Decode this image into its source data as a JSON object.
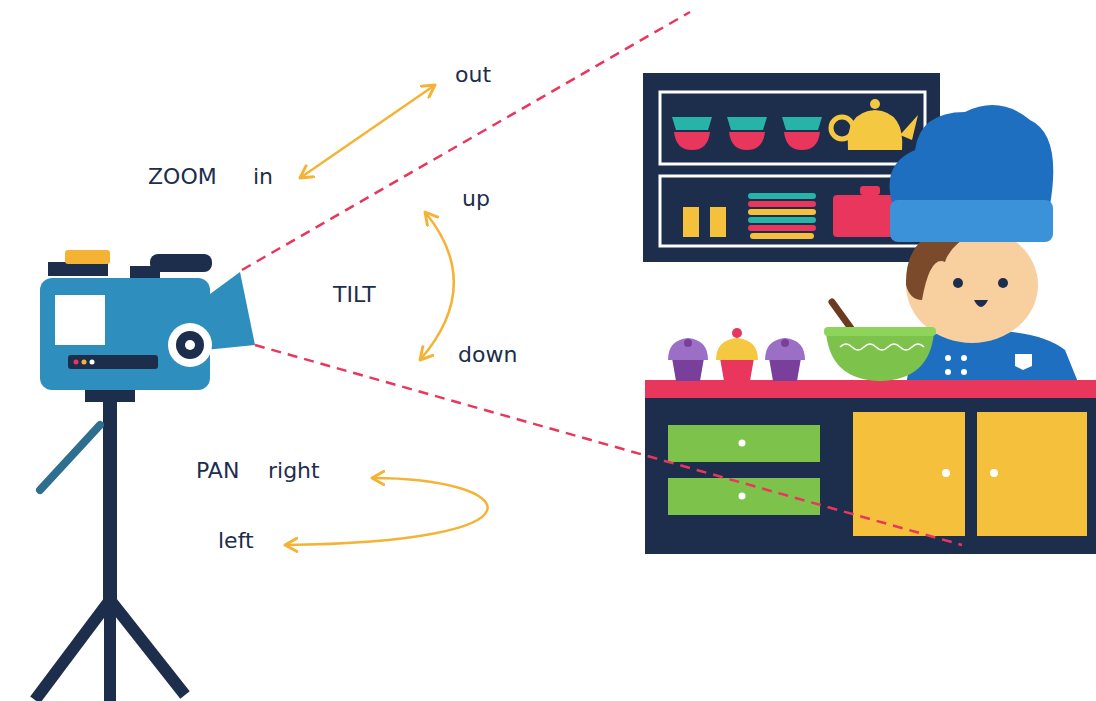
{
  "diagram": {
    "labels": [
      "out",
      "ZOOM",
      "in",
      "up",
      "TILT",
      "down",
      "PAN",
      "right",
      "left"
    ]
  }
}
